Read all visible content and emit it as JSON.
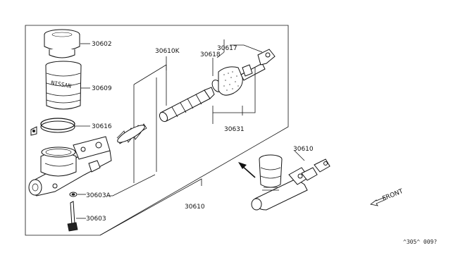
{
  "parts": {
    "reservoir_cap": "30602",
    "reservoir_tank": "30609",
    "tank_band": "30616",
    "piston_kit": "30610K",
    "part_30618": "30618",
    "part_30617": "30617",
    "push_rod_kit": "30631",
    "washer": "30603A",
    "mount_bolt": "30603",
    "master_cylinder_main": "30610",
    "master_cylinder_assembly": "30610"
  },
  "front_label": "FRONT",
  "diagram_ref": "^305^ 009?"
}
